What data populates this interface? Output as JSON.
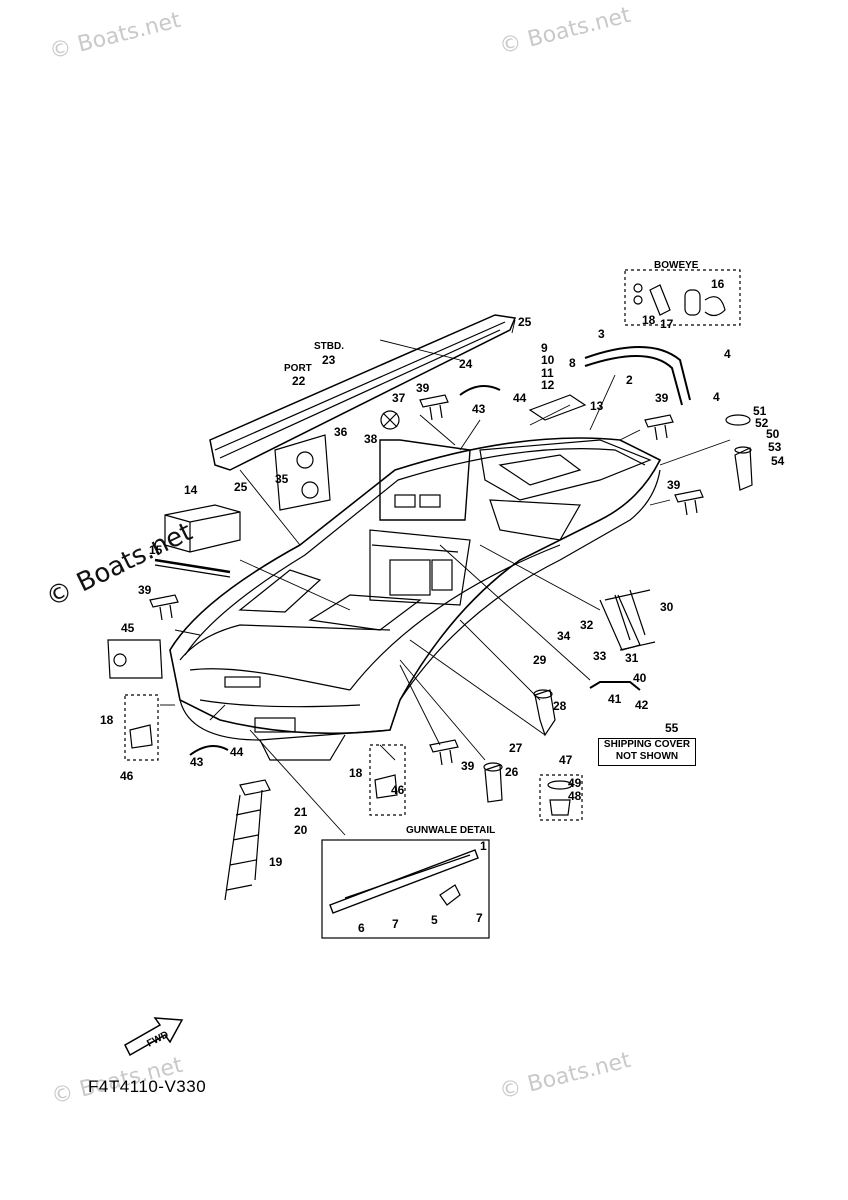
{
  "watermarks": {
    "top_left": "© Boats.net",
    "top_right": "© Boats.net",
    "middle_left": "© Boats.net",
    "bottom_left": "© Boats.net",
    "bottom_right": "© Boats.net"
  },
  "labels": {
    "boweye": "BOWEYE",
    "stbd": "STBD.",
    "port": "PORT",
    "gunwale_detail": "GUNWALE DETAIL",
    "shipping_cover_line1": "SHIPPING COVER",
    "shipping_cover_line2": "NOT SHOWN",
    "fwd": "FWD"
  },
  "diagram_code": "F4T4110-V330",
  "parts": {
    "p1": "1",
    "p2": "2",
    "p3": "3",
    "p4a": "4",
    "p4b": "4",
    "p5": "5",
    "p6": "6",
    "p7a": "7",
    "p7b": "7",
    "p8": "8",
    "p9": "9",
    "p10": "10",
    "p11": "11",
    "p12": "12",
    "p13": "13",
    "p14": "14",
    "p15": "15",
    "p16": "16",
    "p17": "17",
    "p18a": "18",
    "p18b": "18",
    "p18c": "18",
    "p19": "19",
    "p20": "20",
    "p21": "21",
    "p22": "22",
    "p23": "23",
    "p24": "24",
    "p25a": "25",
    "p25b": "25",
    "p26": "26",
    "p27": "27",
    "p28": "28",
    "p29": "29",
    "p30": "30",
    "p31": "31",
    "p32": "32",
    "p33": "33",
    "p34": "34",
    "p35": "35",
    "p36": "36",
    "p37": "37",
    "p38": "38",
    "p39a": "39",
    "p39b": "39",
    "p39c": "39",
    "p39d": "39",
    "p39e": "39",
    "p40": "40",
    "p41": "41",
    "p42": "42",
    "p43a": "43",
    "p43b": "43",
    "p44a": "44",
    "p44b": "44",
    "p45": "45",
    "p46a": "46",
    "p46b": "46",
    "p47": "47",
    "p48": "48",
    "p49": "49",
    "p50": "50",
    "p51": "51",
    "p52": "52",
    "p53": "53",
    "p54": "54",
    "p55": "55"
  }
}
